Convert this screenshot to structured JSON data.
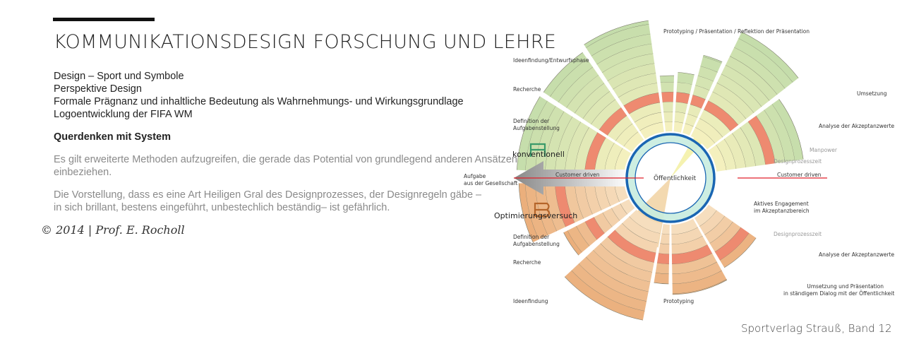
{
  "title": "KOMMUNIKATIONSDESIGN  FORSCHUNG UND LEHRE",
  "body": {
    "lines": [
      "Design – Sport und Symbole",
      "Perspektive Design",
      "Formale Prägnanz und inhaltliche Bedeutung als Wahrnehmungs- und Wirkungsgrundlage",
      "Logoentwicklung der FIFA WM"
    ],
    "heading": "Querdenken mit System",
    "para1": [
      "Es gilt erweiterte Methoden aufzugreifen, die gerade das Potential von  grundlegend anderen Ansätzen",
      "einbeziehen."
    ],
    "para2": [
      "Die Vorstellung, dass es eine Art Heiligen Gral des Designprozesses, der Designregeln gäbe –",
      "in sich brillant, bestens eingeführt, unbestechlich beständig– ist gefährlich."
    ]
  },
  "copyright": "©  2014 | Prof. E. Rocholl",
  "publisher": "Sportverlag Strauß, Band 12",
  "diagram": {
    "top_label": "Prototyping  /  Präsentation  /  Reflektion der Präsentation",
    "upper_left": [
      "Ideenfindung/Entwurfsphase",
      "Recherche",
      "Definition der",
      "Aufgabenstellung"
    ],
    "konventionell": "konventionell",
    "aufgabe": [
      "Aufgabe",
      "aus der Gesellschaft"
    ],
    "customer_driven": "Customer driven",
    "center": "Öffentlichkeit",
    "umsetzung": "Umsetzung",
    "analyse": "Analyse der Akzeptanzwerte",
    "manpower": "Manpower",
    "designprozesszeit": "Designprozesszeit",
    "optimierung": "Optimierungsversuch",
    "lower_left": [
      "Definition der",
      "Aufgabenstellung",
      "Recherche",
      "Ideenfindung"
    ],
    "prototyping": "Prototyping",
    "aktives": [
      "Aktives Engagement",
      "im Akzeptanzbereich"
    ],
    "umsetzung_praes": [
      "Umsetzung und Präsentation",
      "in ständigem Dialog mit der Öffentlichkeit"
    ],
    "colors": {
      "blue": "#1a66b3",
      "red": "#e0202a",
      "ring": "#c8ecdf"
    }
  }
}
